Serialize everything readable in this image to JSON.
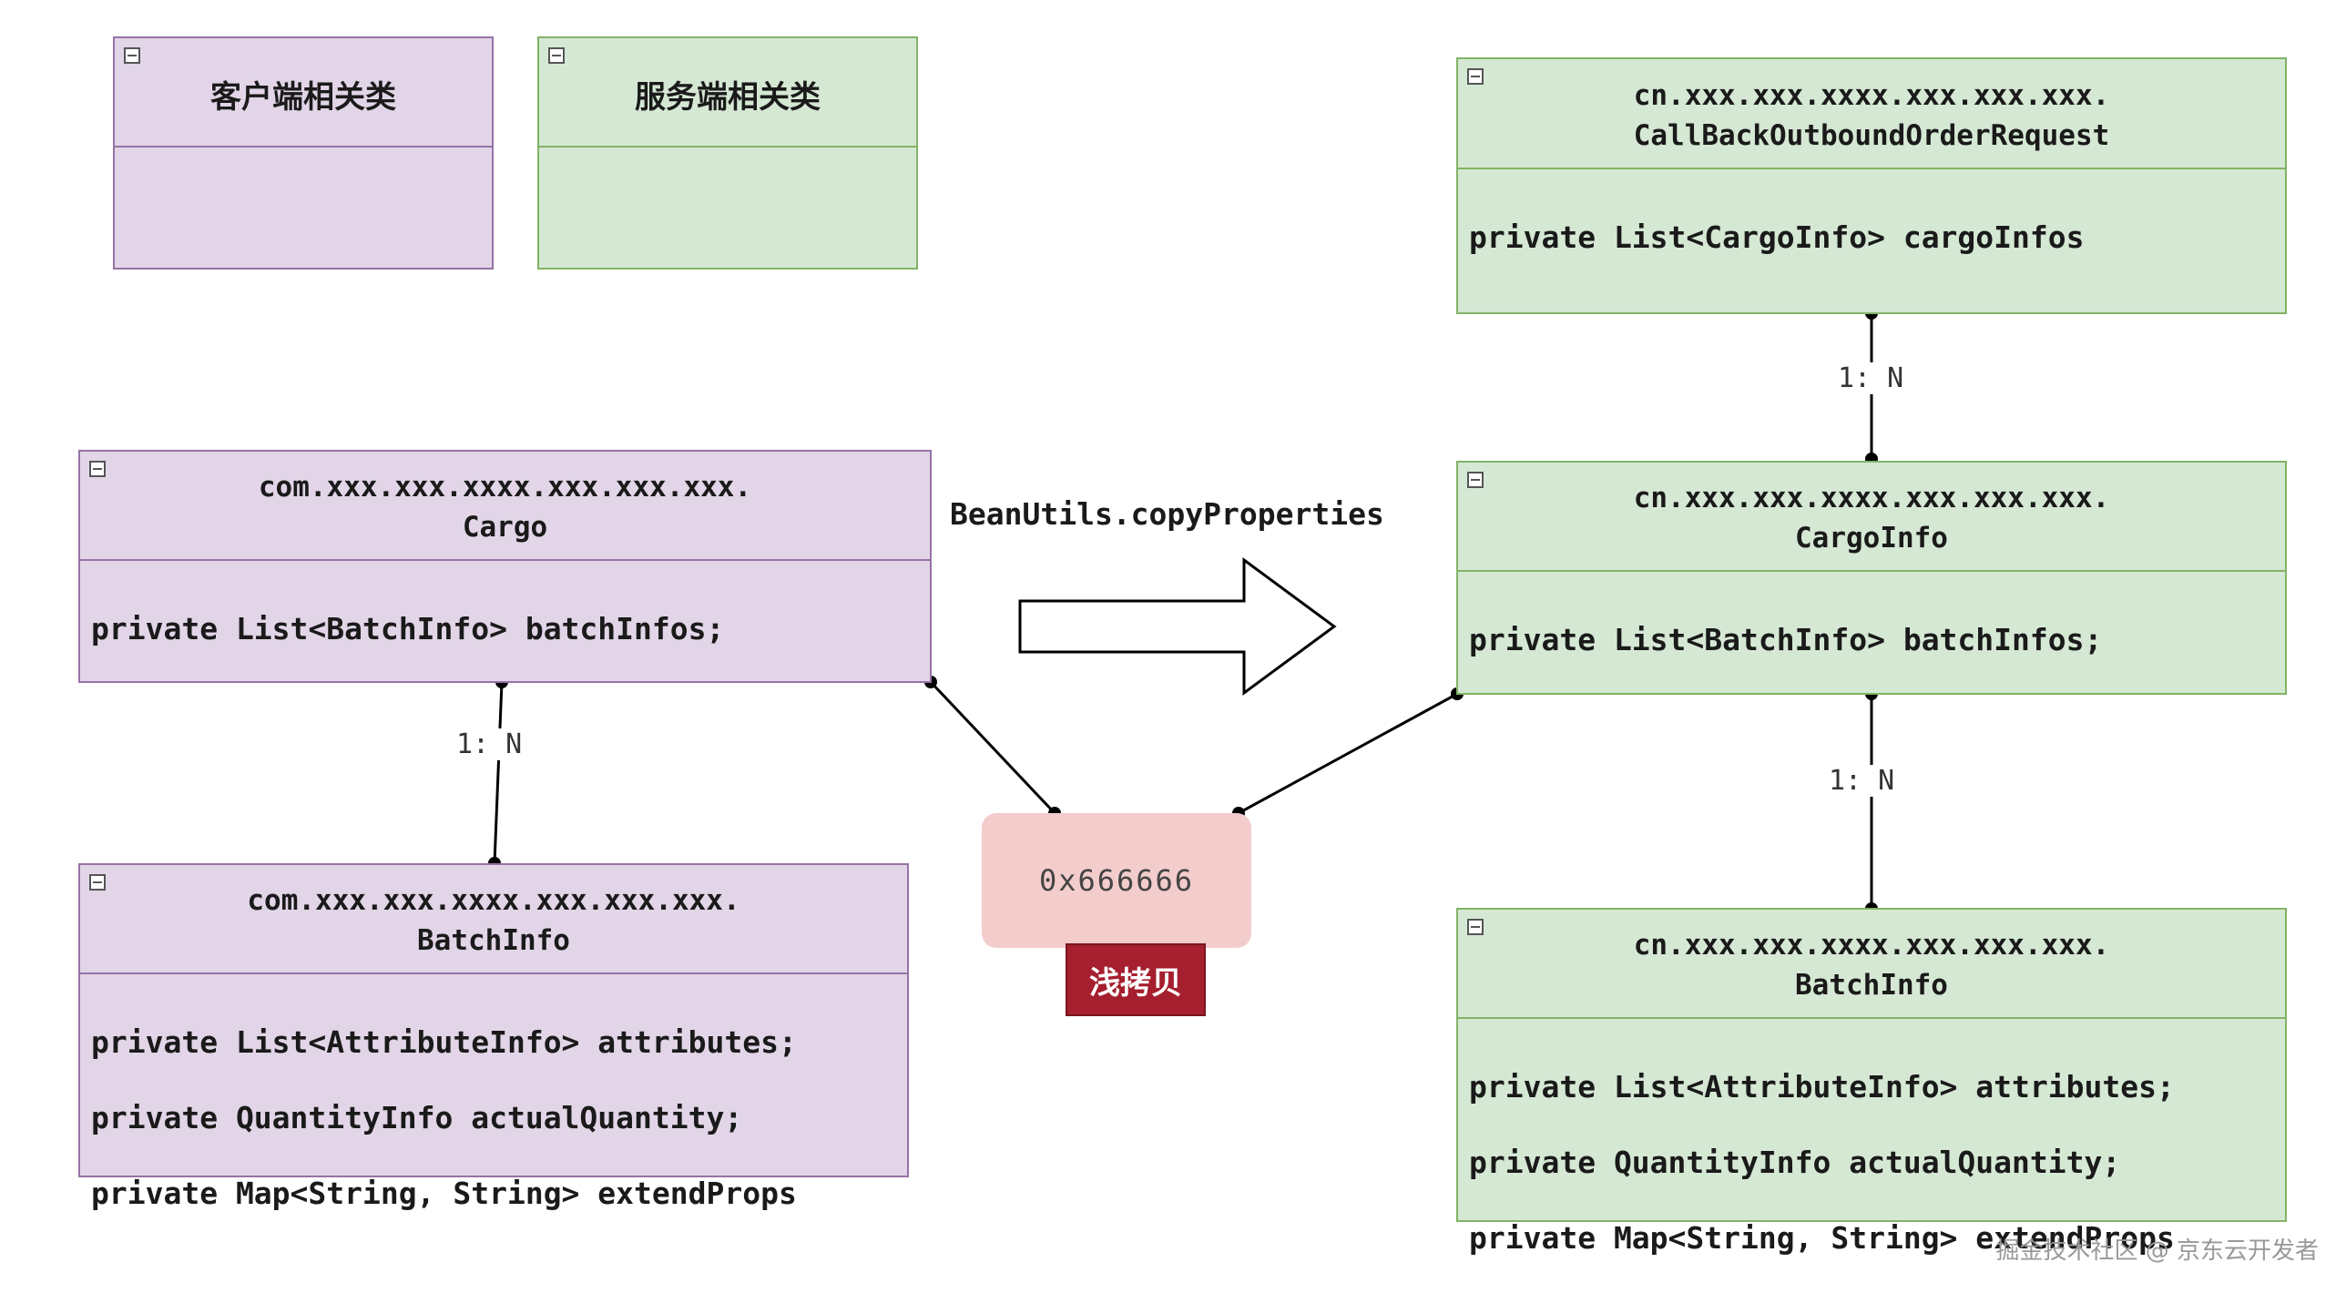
{
  "legend": {
    "client": "客户端相关类",
    "server": "服务端相关类"
  },
  "client_classes": {
    "cargo": {
      "package": "com.xxx.xxx.xxxx.xxx.xxx.xxx.",
      "name": "Cargo",
      "fields": [
        "private List<BatchInfo> batchInfos;"
      ]
    },
    "batch_info": {
      "package": "com.xxx.xxx.xxxx.xxx.xxx.xxx.",
      "name": "BatchInfo",
      "fields": [
        "private List<AttributeInfo> attributes;",
        "private QuantityInfo actualQuantity;",
        "private Map<String, String> extendProps"
      ]
    }
  },
  "server_classes": {
    "request": {
      "package": "cn.xxx.xxx.xxxx.xxx.xxx.xxx.",
      "name": "CallBackOutboundOrderRequest",
      "fields": [
        "private List<CargoInfo> cargoInfos"
      ]
    },
    "cargo_info": {
      "package": "cn.xxx.xxx.xxxx.xxx.xxx.xxx.",
      "name": "CargoInfo",
      "fields": [
        "private List<BatchInfo> batchInfos;"
      ]
    },
    "batch_info": {
      "package": "cn.xxx.xxx.xxxx.xxx.xxx.xxx.",
      "name": "BatchInfo",
      "fields": [
        "private List<AttributeInfo> attributes;",
        "private QuantityInfo actualQuantity;",
        "private Map<String, String> extendProps"
      ]
    }
  },
  "relations": {
    "request_cargo_info": "1: N",
    "cargo_info_batch_info": "1: N",
    "cargo_batch_info": "1: N"
  },
  "copy": {
    "method": "BeanUtils.copyProperties",
    "shared_address": "0x666666",
    "badge": "浅拷贝"
  },
  "credit": "掘金技术社区 @ 京东云开发者"
}
